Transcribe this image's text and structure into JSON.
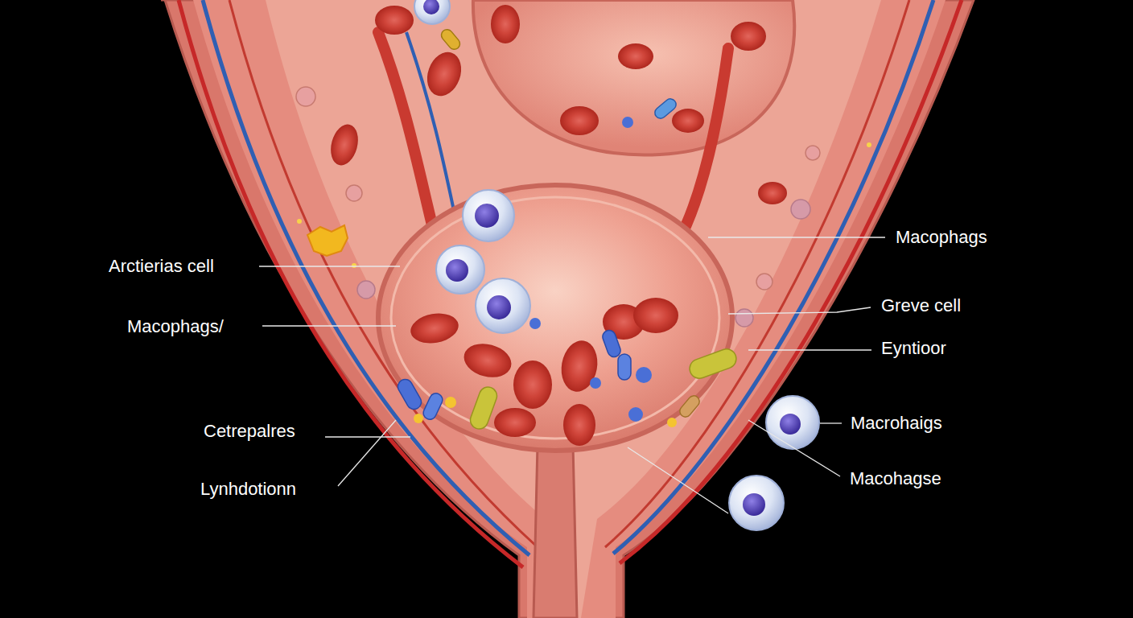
{
  "diagram": {
    "labels": [
      "Macophags",
      "Arctierias cell",
      "Greve cell",
      "Macophags/",
      "Eyntioor",
      "Macrohaigs",
      "Cetrepalres",
      "Macohagse",
      "Lynhdotionn"
    ]
  }
}
